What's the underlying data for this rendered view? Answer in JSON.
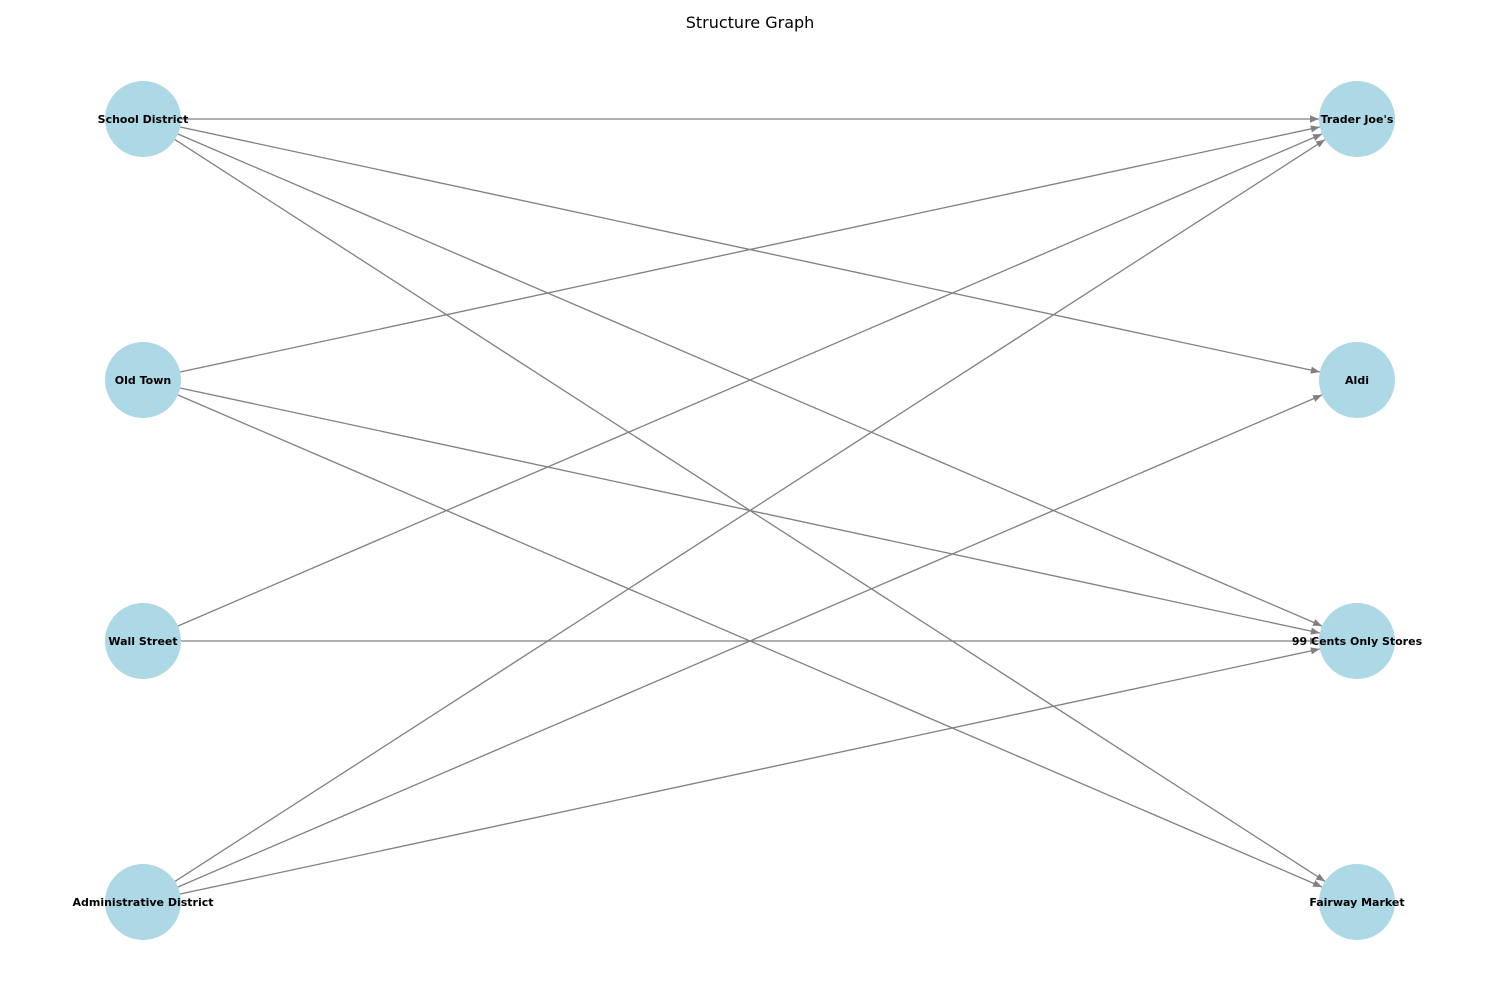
{
  "title": "Structure Graph",
  "colors": {
    "node_fill": "#add8e6",
    "edge": "#808080",
    "label": "#000000"
  },
  "nodes": {
    "sources": [
      {
        "id": "school-district",
        "label": "School District"
      },
      {
        "id": "old-town",
        "label": "Old Town"
      },
      {
        "id": "wall-street",
        "label": "Wall Street"
      },
      {
        "id": "administrative-district",
        "label": "Administrative District"
      }
    ],
    "targets": [
      {
        "id": "trader-joes",
        "label": "Trader Joe's"
      },
      {
        "id": "aldi",
        "label": "Aldi"
      },
      {
        "id": "99-cents-only-stores",
        "label": "99 Cents Only Stores"
      },
      {
        "id": "fairway-market",
        "label": "Fairway Market"
      }
    ]
  },
  "edges": [
    {
      "from": "school-district",
      "to": "trader-joes"
    },
    {
      "from": "school-district",
      "to": "aldi"
    },
    {
      "from": "school-district",
      "to": "99-cents-only-stores"
    },
    {
      "from": "school-district",
      "to": "fairway-market"
    },
    {
      "from": "old-town",
      "to": "trader-joes"
    },
    {
      "from": "old-town",
      "to": "99-cents-only-stores"
    },
    {
      "from": "old-town",
      "to": "fairway-market"
    },
    {
      "from": "wall-street",
      "to": "trader-joes"
    },
    {
      "from": "wall-street",
      "to": "99-cents-only-stores"
    },
    {
      "from": "administrative-district",
      "to": "trader-joes"
    },
    {
      "from": "administrative-district",
      "to": "aldi"
    },
    {
      "from": "administrative-district",
      "to": "99-cents-only-stores"
    }
  ]
}
